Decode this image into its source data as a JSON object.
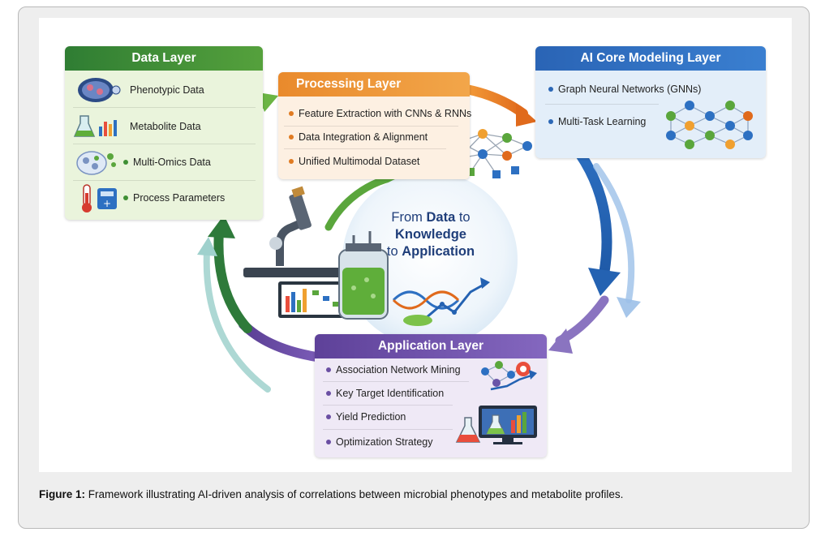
{
  "data_layer": {
    "title": "Data Layer",
    "items": [
      "Phenotypic Data",
      "Metabolite Data",
      "Multi-Omics Data",
      "Process Parameters"
    ]
  },
  "processing_layer": {
    "title": "Processing Layer",
    "items": [
      "Feature Extraction with CNNs & RNNs",
      "Data Integration & Alignment",
      "Unified Multimodal Dataset"
    ]
  },
  "ai_layer": {
    "title": "AI Core Modeling Layer",
    "items": [
      "Graph Neural Networks (GNNs)",
      "Multi-Task Learning"
    ]
  },
  "application_layer": {
    "title": "Application Layer",
    "items": [
      "Association Network Mining",
      "Key Target Identification",
      "Yield Prediction",
      "Optimization Strategy"
    ]
  },
  "center": {
    "line1_pre": "From ",
    "line1_bold": "Data",
    "line1_post": " to",
    "line2": "Knowledge",
    "line3_pre": "to ",
    "line3_bold": "Application"
  },
  "caption": {
    "label": "Figure 1:",
    "text": "Framework illustrating AI-driven analysis of correlations between microbial phenotypes and metabolite profiles."
  },
  "colors": {
    "data": "#3f8f34",
    "processing": "#e07b22",
    "ai": "#2b67b6",
    "application": "#6a4fa3"
  },
  "icons": {
    "data": [
      "petri-dish-icon",
      "flask-chart-icon",
      "cells-icon",
      "thermometer-calculator-icon"
    ],
    "processing": "network-graph-icon",
    "ai": "neural-network-icon",
    "application": [
      "network-pin-icon",
      "lab-monitor-icon"
    ],
    "center": [
      "microscope-icon",
      "bioreactor-icon",
      "chart-screen-icon"
    ]
  }
}
